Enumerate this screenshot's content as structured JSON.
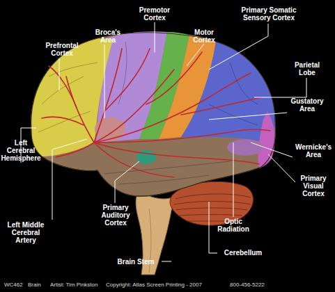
{
  "diagram": {
    "labels": [
      "Premotor Cortex",
      "Primary Somatic Sensory Cortex",
      "Broca's Area",
      "Motor Cortex",
      "Prefrontal Cortex",
      "Parietal Lobe",
      "Gustatory Area",
      "Left Cerebral Hemisphere",
      "Wernicke's Area",
      "Primary Visual Cortex",
      "Primary Auditory Cortex",
      "Left Middle Cerebral Artery",
      "Optic Radiation",
      "Cerebellum",
      "Brain Stem",
      "WC462",
      "Brain",
      "Artist: Tim Pinkston",
      "Copyright: Atlas Screen Printing - 2007",
      "800-456-5222"
    ]
  }
}
